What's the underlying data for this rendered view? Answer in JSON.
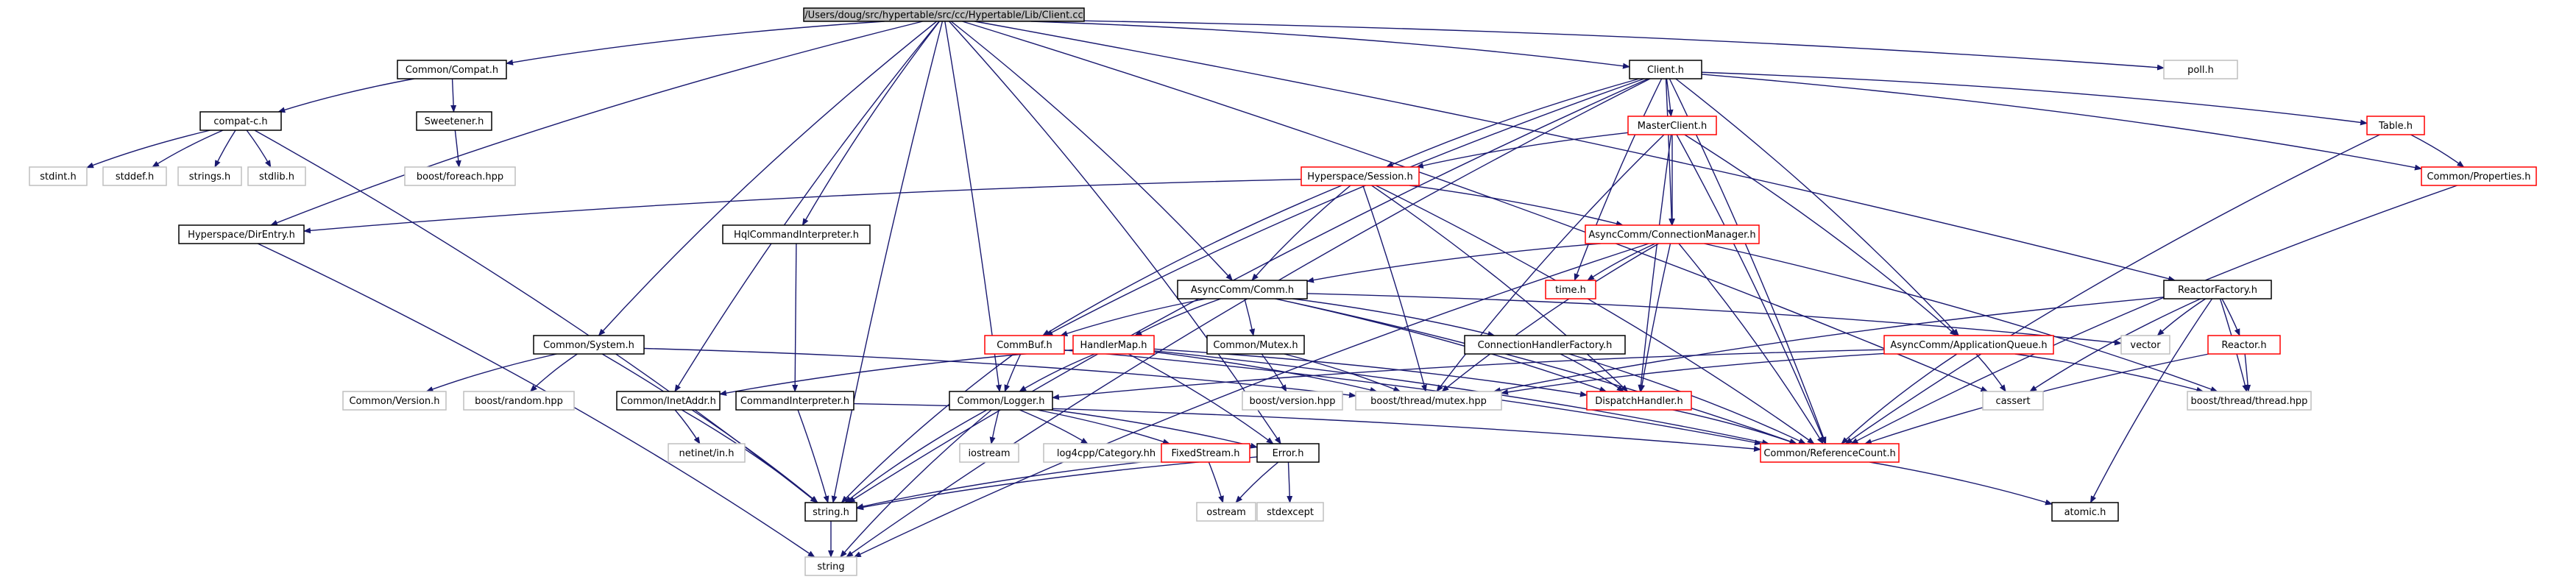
{
  "root_title": "/Users/doug/src/hypertable/src/cc/Hypertable/Lib/Client.cc",
  "colors": {
    "edge": "#191970",
    "root_fill": "#bfbfbf",
    "root_stroke": "#000000",
    "internal_stroke": "#000000",
    "internal_truncated_stroke": "#ff0000",
    "external_stroke": "#bfbfbf",
    "node_fill": "#ffffff"
  },
  "nodes": [
    {
      "id": "root",
      "label": "/Users/doug/src/hypertable/src/cc/Hypertable/Lib/Client.cc",
      "kind": "root"
    },
    {
      "id": "compat_h",
      "label": "Common/Compat.h",
      "kind": "internal"
    },
    {
      "id": "poll",
      "label": "poll.h",
      "kind": "external"
    },
    {
      "id": "client_h",
      "label": "Client.h",
      "kind": "internal"
    },
    {
      "id": "compatc",
      "label": "compat-c.h",
      "kind": "internal"
    },
    {
      "id": "sweetener",
      "label": "Sweetener.h",
      "kind": "internal"
    },
    {
      "id": "masterclient",
      "label": "MasterClient.h",
      "kind": "truncated"
    },
    {
      "id": "table",
      "label": "Table.h",
      "kind": "truncated"
    },
    {
      "id": "stdint",
      "label": "stdint.h",
      "kind": "external"
    },
    {
      "id": "stddef",
      "label": "stddef.h",
      "kind": "external"
    },
    {
      "id": "strings",
      "label": "strings.h",
      "kind": "external"
    },
    {
      "id": "stdlib",
      "label": "stdlib.h",
      "kind": "external"
    },
    {
      "id": "foreach",
      "label": "boost/foreach.hpp",
      "kind": "external"
    },
    {
      "id": "hypsession",
      "label": "Hyperspace/Session.h",
      "kind": "truncated"
    },
    {
      "id": "properties",
      "label": "Common/Properties.h",
      "kind": "truncated"
    },
    {
      "id": "direntry",
      "label": "Hyperspace/DirEntry.h",
      "kind": "internal"
    },
    {
      "id": "hqlcmd",
      "label": "HqlCommandInterpreter.h",
      "kind": "internal"
    },
    {
      "id": "connmgr",
      "label": "AsyncComm/ConnectionManager.h",
      "kind": "truncated"
    },
    {
      "id": "comm",
      "label": "AsyncComm/Comm.h",
      "kind": "internal"
    },
    {
      "id": "time",
      "label": "time.h",
      "kind": "truncated"
    },
    {
      "id": "reactorfactory",
      "label": "ReactorFactory.h",
      "kind": "internal"
    },
    {
      "id": "system",
      "label": "Common/System.h",
      "kind": "internal"
    },
    {
      "id": "commbuf",
      "label": "CommBuf.h",
      "kind": "truncated"
    },
    {
      "id": "handlermap",
      "label": "HandlerMap.h",
      "kind": "truncated"
    },
    {
      "id": "mutex",
      "label": "Common/Mutex.h",
      "kind": "internal"
    },
    {
      "id": "connhandlerfactory",
      "label": "ConnectionHandlerFactory.h",
      "kind": "internal"
    },
    {
      "id": "appqueue",
      "label": "AsyncComm/ApplicationQueue.h",
      "kind": "truncated"
    },
    {
      "id": "vector",
      "label": "vector",
      "kind": "external"
    },
    {
      "id": "reactor",
      "label": "Reactor.h",
      "kind": "truncated"
    },
    {
      "id": "version",
      "label": "Common/Version.h",
      "kind": "external"
    },
    {
      "id": "random",
      "label": "boost/random.hpp",
      "kind": "external"
    },
    {
      "id": "inetaddr",
      "label": "Common/InetAddr.h",
      "kind": "internal"
    },
    {
      "id": "cmdinterp",
      "label": "CommandInterpreter.h",
      "kind": "internal"
    },
    {
      "id": "logger",
      "label": "Common/Logger.h",
      "kind": "internal"
    },
    {
      "id": "boostversion",
      "label": "boost/version.hpp",
      "kind": "external"
    },
    {
      "id": "boostmutex",
      "label": "boost/thread/mutex.hpp",
      "kind": "external"
    },
    {
      "id": "dispatch",
      "label": "DispatchHandler.h",
      "kind": "truncated"
    },
    {
      "id": "cassert",
      "label": "cassert",
      "kind": "external"
    },
    {
      "id": "boostthread",
      "label": "boost/thread/thread.hpp",
      "kind": "external"
    },
    {
      "id": "netinet",
      "label": "netinet/in.h",
      "kind": "external"
    },
    {
      "id": "iostream",
      "label": "iostream",
      "kind": "external"
    },
    {
      "id": "log4cpp",
      "label": "log4cpp/Category.hh",
      "kind": "external"
    },
    {
      "id": "fixedstream",
      "label": "FixedStream.h",
      "kind": "truncated"
    },
    {
      "id": "error",
      "label": "Error.h",
      "kind": "internal"
    },
    {
      "id": "refcount",
      "label": "Common/ReferenceCount.h",
      "kind": "truncated"
    },
    {
      "id": "stringh",
      "label": "string.h",
      "kind": "internal"
    },
    {
      "id": "ostream",
      "label": "ostream",
      "kind": "external"
    },
    {
      "id": "stdexcept",
      "label": "stdexcept",
      "kind": "external"
    },
    {
      "id": "atomic",
      "label": "atomic.h",
      "kind": "internal"
    },
    {
      "id": "string",
      "label": "string",
      "kind": "external"
    }
  ],
  "edges": [
    [
      "root",
      "compat_h"
    ],
    [
      "root",
      "poll"
    ],
    [
      "root",
      "client_h"
    ],
    [
      "root",
      "direntry"
    ],
    [
      "root",
      "hqlcmd"
    ],
    [
      "root",
      "comm"
    ],
    [
      "root",
      "system"
    ],
    [
      "root",
      "inetaddr"
    ],
    [
      "root",
      "logger"
    ],
    [
      "root",
      "error"
    ],
    [
      "root",
      "stringh"
    ],
    [
      "root",
      "reactorfactory"
    ],
    [
      "root",
      "cassert"
    ],
    [
      "compat_h",
      "compatc"
    ],
    [
      "compat_h",
      "sweetener"
    ],
    [
      "compatc",
      "stdint"
    ],
    [
      "compatc",
      "stddef"
    ],
    [
      "compatc",
      "strings"
    ],
    [
      "compatc",
      "stdlib"
    ],
    [
      "compatc",
      "stringh"
    ],
    [
      "sweetener",
      "foreach"
    ],
    [
      "client_h",
      "masterclient"
    ],
    [
      "client_h",
      "table"
    ],
    [
      "client_h",
      "hypsession"
    ],
    [
      "client_h",
      "properties"
    ],
    [
      "client_h",
      "connmgr"
    ],
    [
      "client_h",
      "time"
    ],
    [
      "client_h",
      "appqueue"
    ],
    [
      "client_h",
      "commbuf"
    ],
    [
      "client_h",
      "refcount"
    ],
    [
      "client_h",
      "stringh"
    ],
    [
      "client_h",
      "string"
    ],
    [
      "masterclient",
      "hypsession"
    ],
    [
      "masterclient",
      "connmgr"
    ],
    [
      "masterclient",
      "appqueue"
    ],
    [
      "masterclient",
      "dispatch"
    ],
    [
      "masterclient",
      "refcount"
    ],
    [
      "masterclient",
      "boostmutex"
    ],
    [
      "table",
      "properties"
    ],
    [
      "table",
      "refcount"
    ],
    [
      "properties",
      "refcount"
    ],
    [
      "hypsession",
      "direntry"
    ],
    [
      "hypsession",
      "connmgr"
    ],
    [
      "hypsession",
      "comm"
    ],
    [
      "hypsession",
      "commbuf"
    ],
    [
      "hypsession",
      "boostmutex"
    ],
    [
      "hypsession",
      "dispatch"
    ],
    [
      "hypsession",
      "refcount"
    ],
    [
      "direntry",
      "string"
    ],
    [
      "hqlcmd",
      "cmdinterp"
    ],
    [
      "connmgr",
      "comm"
    ],
    [
      "connmgr",
      "time"
    ],
    [
      "connmgr",
      "dispatch"
    ],
    [
      "connmgr",
      "refcount"
    ],
    [
      "connmgr",
      "boostmutex"
    ],
    [
      "connmgr",
      "boostthread"
    ],
    [
      "connmgr",
      "string"
    ],
    [
      "comm",
      "commbuf"
    ],
    [
      "comm",
      "handlermap"
    ],
    [
      "comm",
      "mutex"
    ],
    [
      "comm",
      "connhandlerfactory"
    ],
    [
      "comm",
      "dispatch"
    ],
    [
      "comm",
      "refcount"
    ],
    [
      "comm",
      "vector"
    ],
    [
      "reactorfactory",
      "reactor"
    ],
    [
      "reactorfactory",
      "vector"
    ],
    [
      "reactorfactory",
      "cassert"
    ],
    [
      "reactorfactory",
      "boostthread"
    ],
    [
      "reactorfactory",
      "atomic"
    ],
    [
      "reactorfactory",
      "boostmutex"
    ],
    [
      "system",
      "version"
    ],
    [
      "system",
      "random"
    ],
    [
      "system",
      "stringh"
    ],
    [
      "system",
      "boostmutex"
    ],
    [
      "commbuf",
      "logger"
    ],
    [
      "commbuf",
      "refcount"
    ],
    [
      "commbuf",
      "stringh"
    ],
    [
      "handlermap",
      "inetaddr"
    ],
    [
      "handlermap",
      "logger"
    ],
    [
      "handlermap",
      "error"
    ],
    [
      "handlermap",
      "refcount"
    ],
    [
      "handlermap",
      "boostmutex"
    ],
    [
      "handlermap",
      "dispatch"
    ],
    [
      "mutex",
      "boostversion"
    ],
    [
      "mutex",
      "boostmutex"
    ],
    [
      "connhandlerfactory",
      "dispatch"
    ],
    [
      "connhandlerfactory",
      "refcount"
    ],
    [
      "appqueue",
      "logger"
    ],
    [
      "appqueue",
      "refcount"
    ],
    [
      "appqueue",
      "cassert"
    ],
    [
      "appqueue",
      "boostthread"
    ],
    [
      "appqueue",
      "boostmutex"
    ],
    [
      "reactor",
      "boostthread"
    ],
    [
      "reactor",
      "refcount"
    ],
    [
      "inetaddr",
      "netinet"
    ],
    [
      "inetaddr",
      "stringh"
    ],
    [
      "cmdinterp",
      "stringh"
    ],
    [
      "cmdinterp",
      "refcount"
    ],
    [
      "logger",
      "iostream"
    ],
    [
      "logger",
      "log4cpp"
    ],
    [
      "logger",
      "fixedstream"
    ],
    [
      "logger",
      "stringh"
    ],
    [
      "logger",
      "string"
    ],
    [
      "logger",
      "error"
    ],
    [
      "fixedstream",
      "ostream"
    ],
    [
      "fixedstream",
      "stringh"
    ],
    [
      "error",
      "ostream"
    ],
    [
      "error",
      "stdexcept"
    ],
    [
      "error",
      "stringh"
    ],
    [
      "dispatch",
      "refcount"
    ],
    [
      "refcount",
      "atomic"
    ],
    [
      "stringh",
      "string"
    ]
  ]
}
